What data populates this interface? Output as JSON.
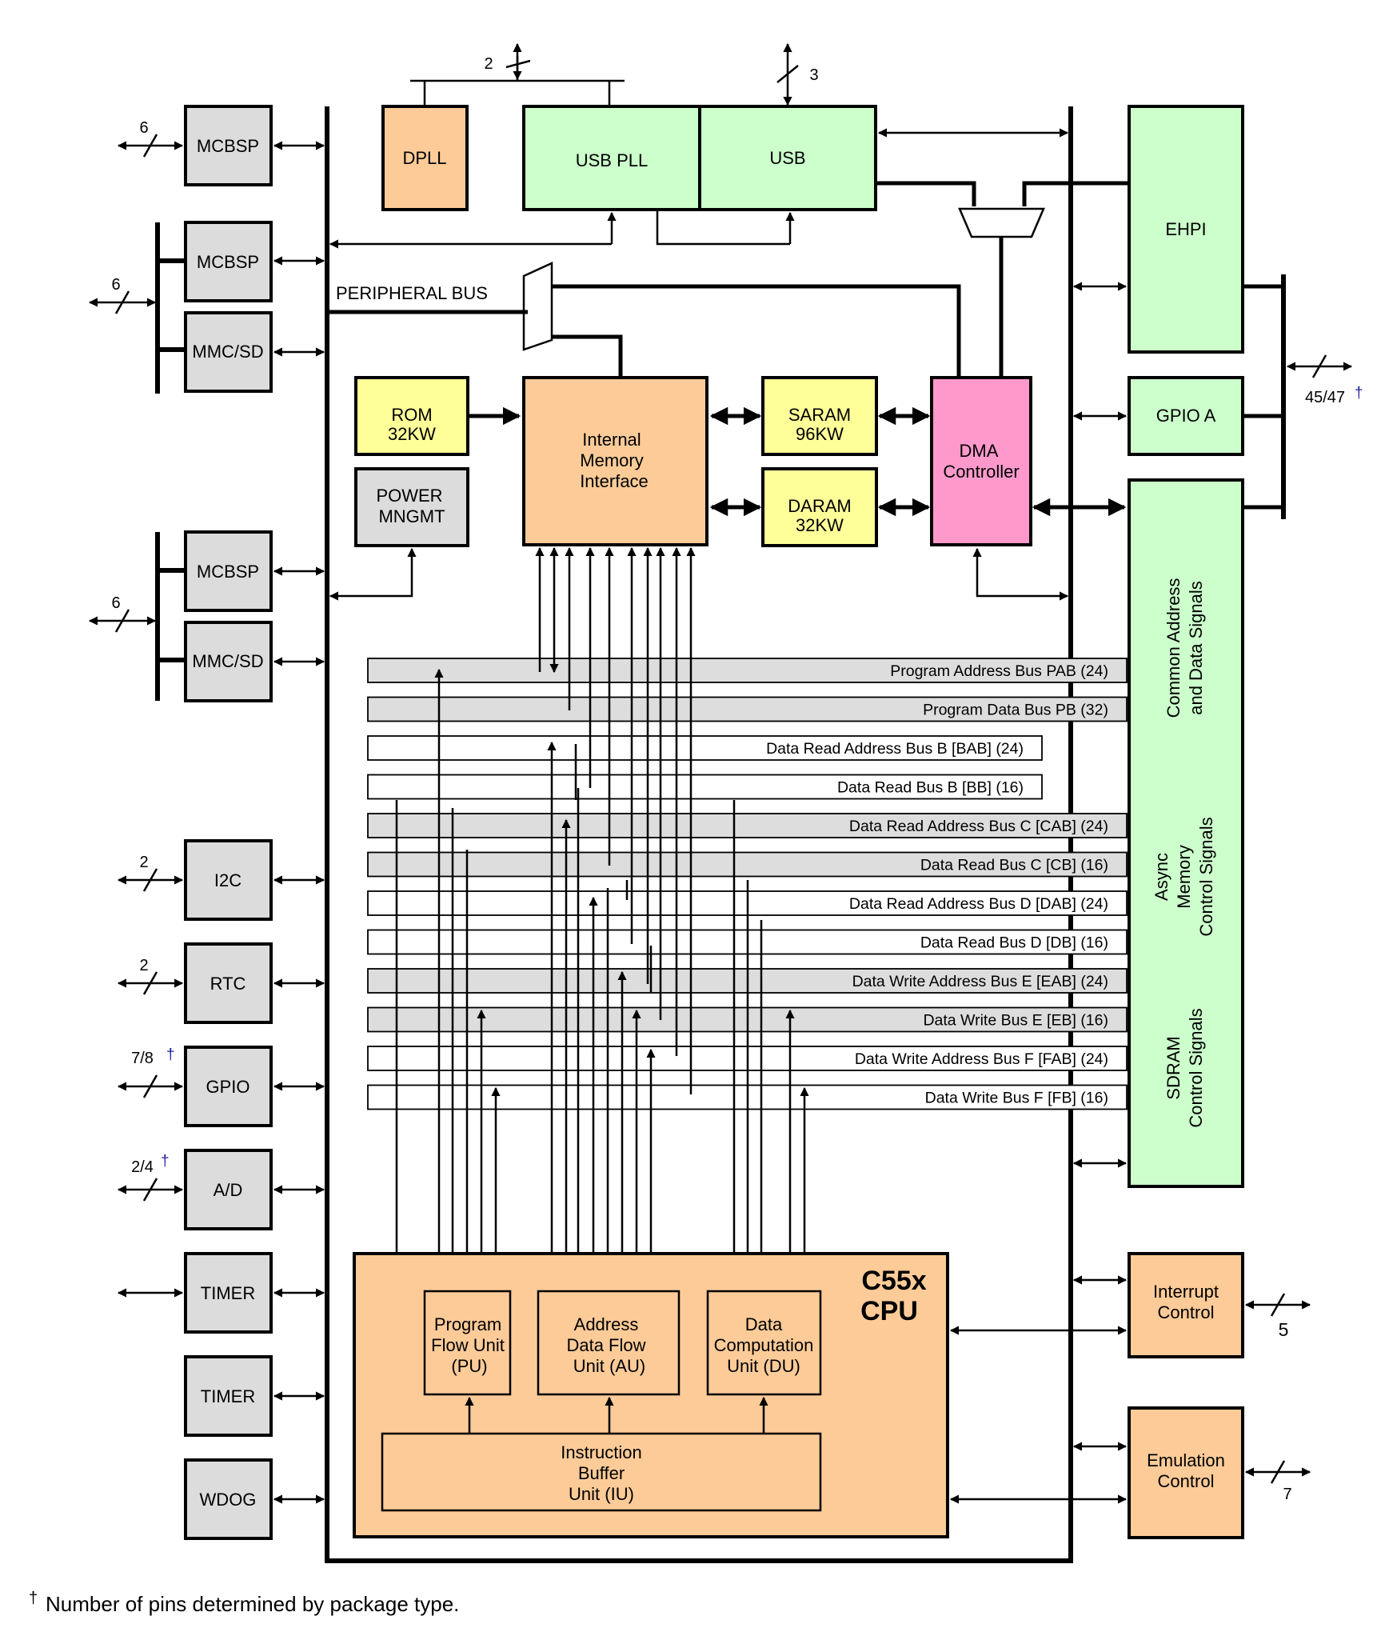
{
  "blocks": {
    "mcbsp1": "MCBSP",
    "mcbsp2": "MCBSP",
    "mmcsd1": "MMC/SD",
    "mcbsp3": "MCBSP",
    "mmcsd2": "MMC/SD",
    "i2c": "I2C",
    "rtc": "RTC",
    "gpio": "GPIO",
    "ad": "A/D",
    "timer1": "TIMER",
    "timer2": "TIMER",
    "wdog": "WDOG",
    "dpll": "DPLL",
    "usb_pll": "USB PLL",
    "usb": "USB",
    "ehpi": "EHPI",
    "gpio_a": "GPIO A",
    "rom": [
      "ROM",
      "32KW"
    ],
    "power": [
      "POWER",
      "MNGMT"
    ],
    "imi": [
      "Internal",
      "Memory",
      "Interface"
    ],
    "saram": [
      "SARAM",
      "96KW"
    ],
    "daram": [
      "DARAM",
      "32KW"
    ],
    "dma": [
      "DMA",
      "Controller"
    ],
    "pu": [
      "Program",
      "Flow Unit",
      "(PU)"
    ],
    "au": [
      "Address",
      "Data Flow",
      "Unit (AU)"
    ],
    "du": [
      "Data",
      "Computation",
      "Unit (DU)"
    ],
    "iu": [
      "Instruction",
      "Buffer",
      "Unit (IU)"
    ],
    "cpu_title": [
      "C55x",
      "CPU"
    ],
    "interrupt": [
      "Interrupt",
      "Control"
    ],
    "emulation": [
      "Emulation",
      "Control"
    ]
  },
  "peripheral_bus_label": "PERIPHERAL BUS",
  "ext_signals": {
    "common": [
      "Common Address",
      "and Data  Signals"
    ],
    "async": [
      "Async",
      "Memory",
      "Control Signals"
    ],
    "sdram": [
      "SDRAM",
      "Control Signals"
    ]
  },
  "buses": [
    "Program Address Bus PAB (24)",
    "Program Data Bus PB (32)",
    "Data Read Address Bus B [BAB] (24)",
    "Data Read Bus B [BB] (16)",
    "Data Read Address Bus C [CAB] (24)",
    "Data Read Bus C [CB] (16)",
    "Data Read Address Bus D [DAB] (24)",
    "Data Read Bus D [DB] (16)",
    "Data Write Address Bus E [EAB] (24)",
    "Data Write Bus E [EB] (16)",
    "Data Write Address Bus F [FAB] (24)",
    "Data Write Bus F [FB] (16)"
  ],
  "pins": {
    "mcbsp1": "6",
    "mcbsp2_mmc1": "6",
    "mcbsp3_mmc2": "6",
    "i2c": "2",
    "rtc": "2",
    "gpio": "7/8",
    "ad": "2/4",
    "dpll": "2",
    "usb": "3",
    "ehpi": "45/47",
    "interrupt": "5",
    "emulation": "7"
  },
  "dagger": "†",
  "footnote": {
    "mark": "†",
    "text": "Number of pins determined by package type."
  },
  "colors": {
    "gray_block": "#dcdcdc",
    "orange_block": "#fccb98",
    "green_block": "#ccffcc",
    "yellow_block": "#ffff99",
    "pink_block": "#ff99cc",
    "bus_gray": "#dddddd"
  }
}
